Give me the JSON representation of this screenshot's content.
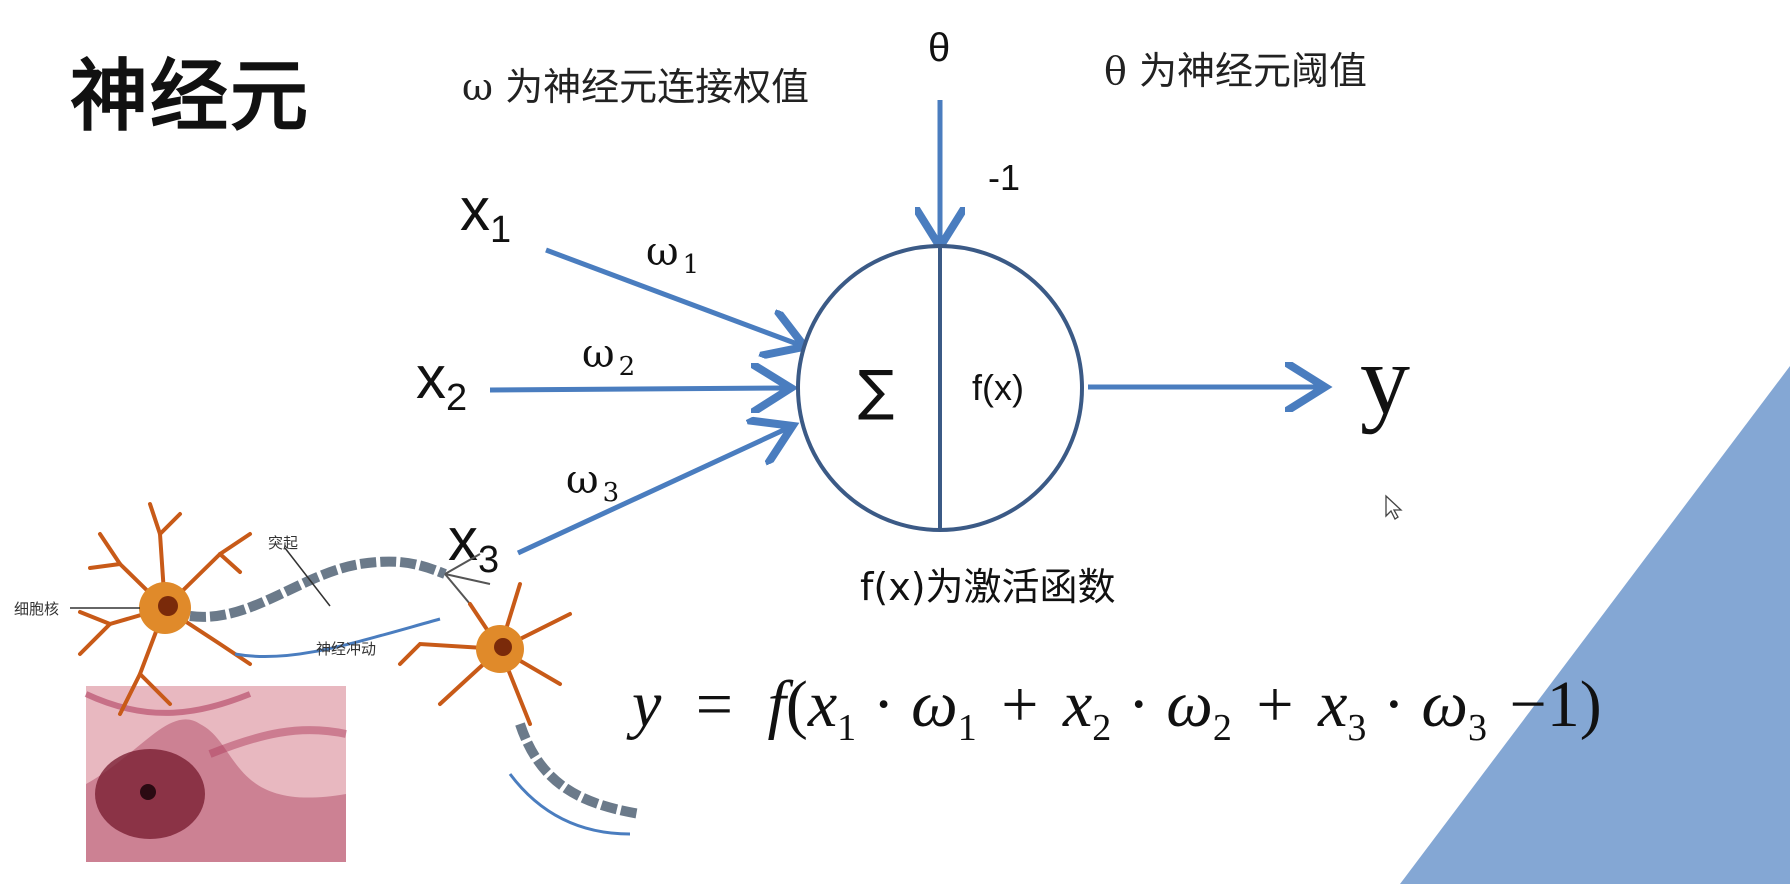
{
  "slide": {
    "title": "神经元",
    "weight_note_symbol": "ω",
    "weight_note_text": "为神经元连接权值",
    "threshold_note_symbol": "θ",
    "threshold_note_text": "为神经元阈值",
    "activation_note": "f(x)为激活函数"
  },
  "diagram": {
    "inputs": [
      {
        "var": "x",
        "sub": "1",
        "weight_var": "ω",
        "weight_sub": "1"
      },
      {
        "var": "x",
        "sub": "2",
        "weight_var": "ω",
        "weight_sub": "2"
      },
      {
        "var": "x",
        "sub": "3",
        "weight_var": "ω",
        "weight_sub": "3"
      }
    ],
    "threshold_symbol": "θ",
    "threshold_input": "-1",
    "sum_symbol": "∑",
    "activation_label": "f(x)",
    "output_label": "y",
    "line_color": "#4a7dbf",
    "circle_color": "#3b5a86"
  },
  "formula": {
    "lhs": "y",
    "equals": "=",
    "func": "f",
    "open": "(",
    "t1_x": "x",
    "t1_xs": "1",
    "t1_w": "ω",
    "t1_ws": "1",
    "plus1": "+",
    "t2_x": "x",
    "t2_xs": "2",
    "t2_w": "ω",
    "t2_ws": "2",
    "plus2": "+",
    "t3_x": "x",
    "t3_xs": "3",
    "t3_w": "ω",
    "t3_ws": "3",
    "minus": "−1",
    "close": ")"
  },
  "neuron_image": {
    "label_protrusion": "突起",
    "label_nucleus": "细胞核",
    "label_impulse": "神经冲动"
  },
  "decoration": {
    "triangle_color": "#84a7d4"
  }
}
